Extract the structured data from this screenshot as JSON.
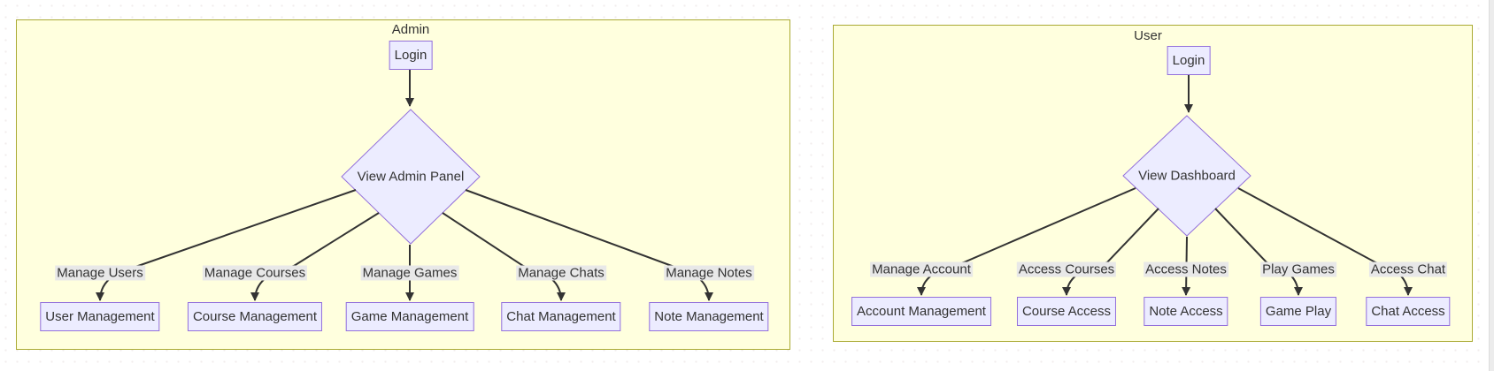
{
  "colors": {
    "cluster_fill": "#ffffde",
    "cluster_border": "#aaaa33",
    "node_fill": "#ececff",
    "node_border": "#9370db",
    "edge_color": "#333333",
    "edge_label_bg": "#e8e8e8",
    "text_color": "#333333"
  },
  "diagrams": [
    {
      "title": "Admin",
      "login": "Login",
      "decision": "View Admin Panel",
      "branches": [
        {
          "edge_label": "Manage Users",
          "node": "User Management"
        },
        {
          "edge_label": "Manage Courses",
          "node": "Course Management"
        },
        {
          "edge_label": "Manage Games",
          "node": "Game Management"
        },
        {
          "edge_label": "Manage Chats",
          "node": "Chat Management"
        },
        {
          "edge_label": "Manage Notes",
          "node": "Note Management"
        }
      ]
    },
    {
      "title": "User",
      "login": "Login",
      "decision": "View Dashboard",
      "branches": [
        {
          "edge_label": "Manage Account",
          "node": "Account Management"
        },
        {
          "edge_label": "Access Courses",
          "node": "Course Access"
        },
        {
          "edge_label": "Access Notes",
          "node": "Note Access"
        },
        {
          "edge_label": "Play Games",
          "node": "Game Play"
        },
        {
          "edge_label": "Access Chat",
          "node": "Chat Access"
        }
      ]
    }
  ]
}
